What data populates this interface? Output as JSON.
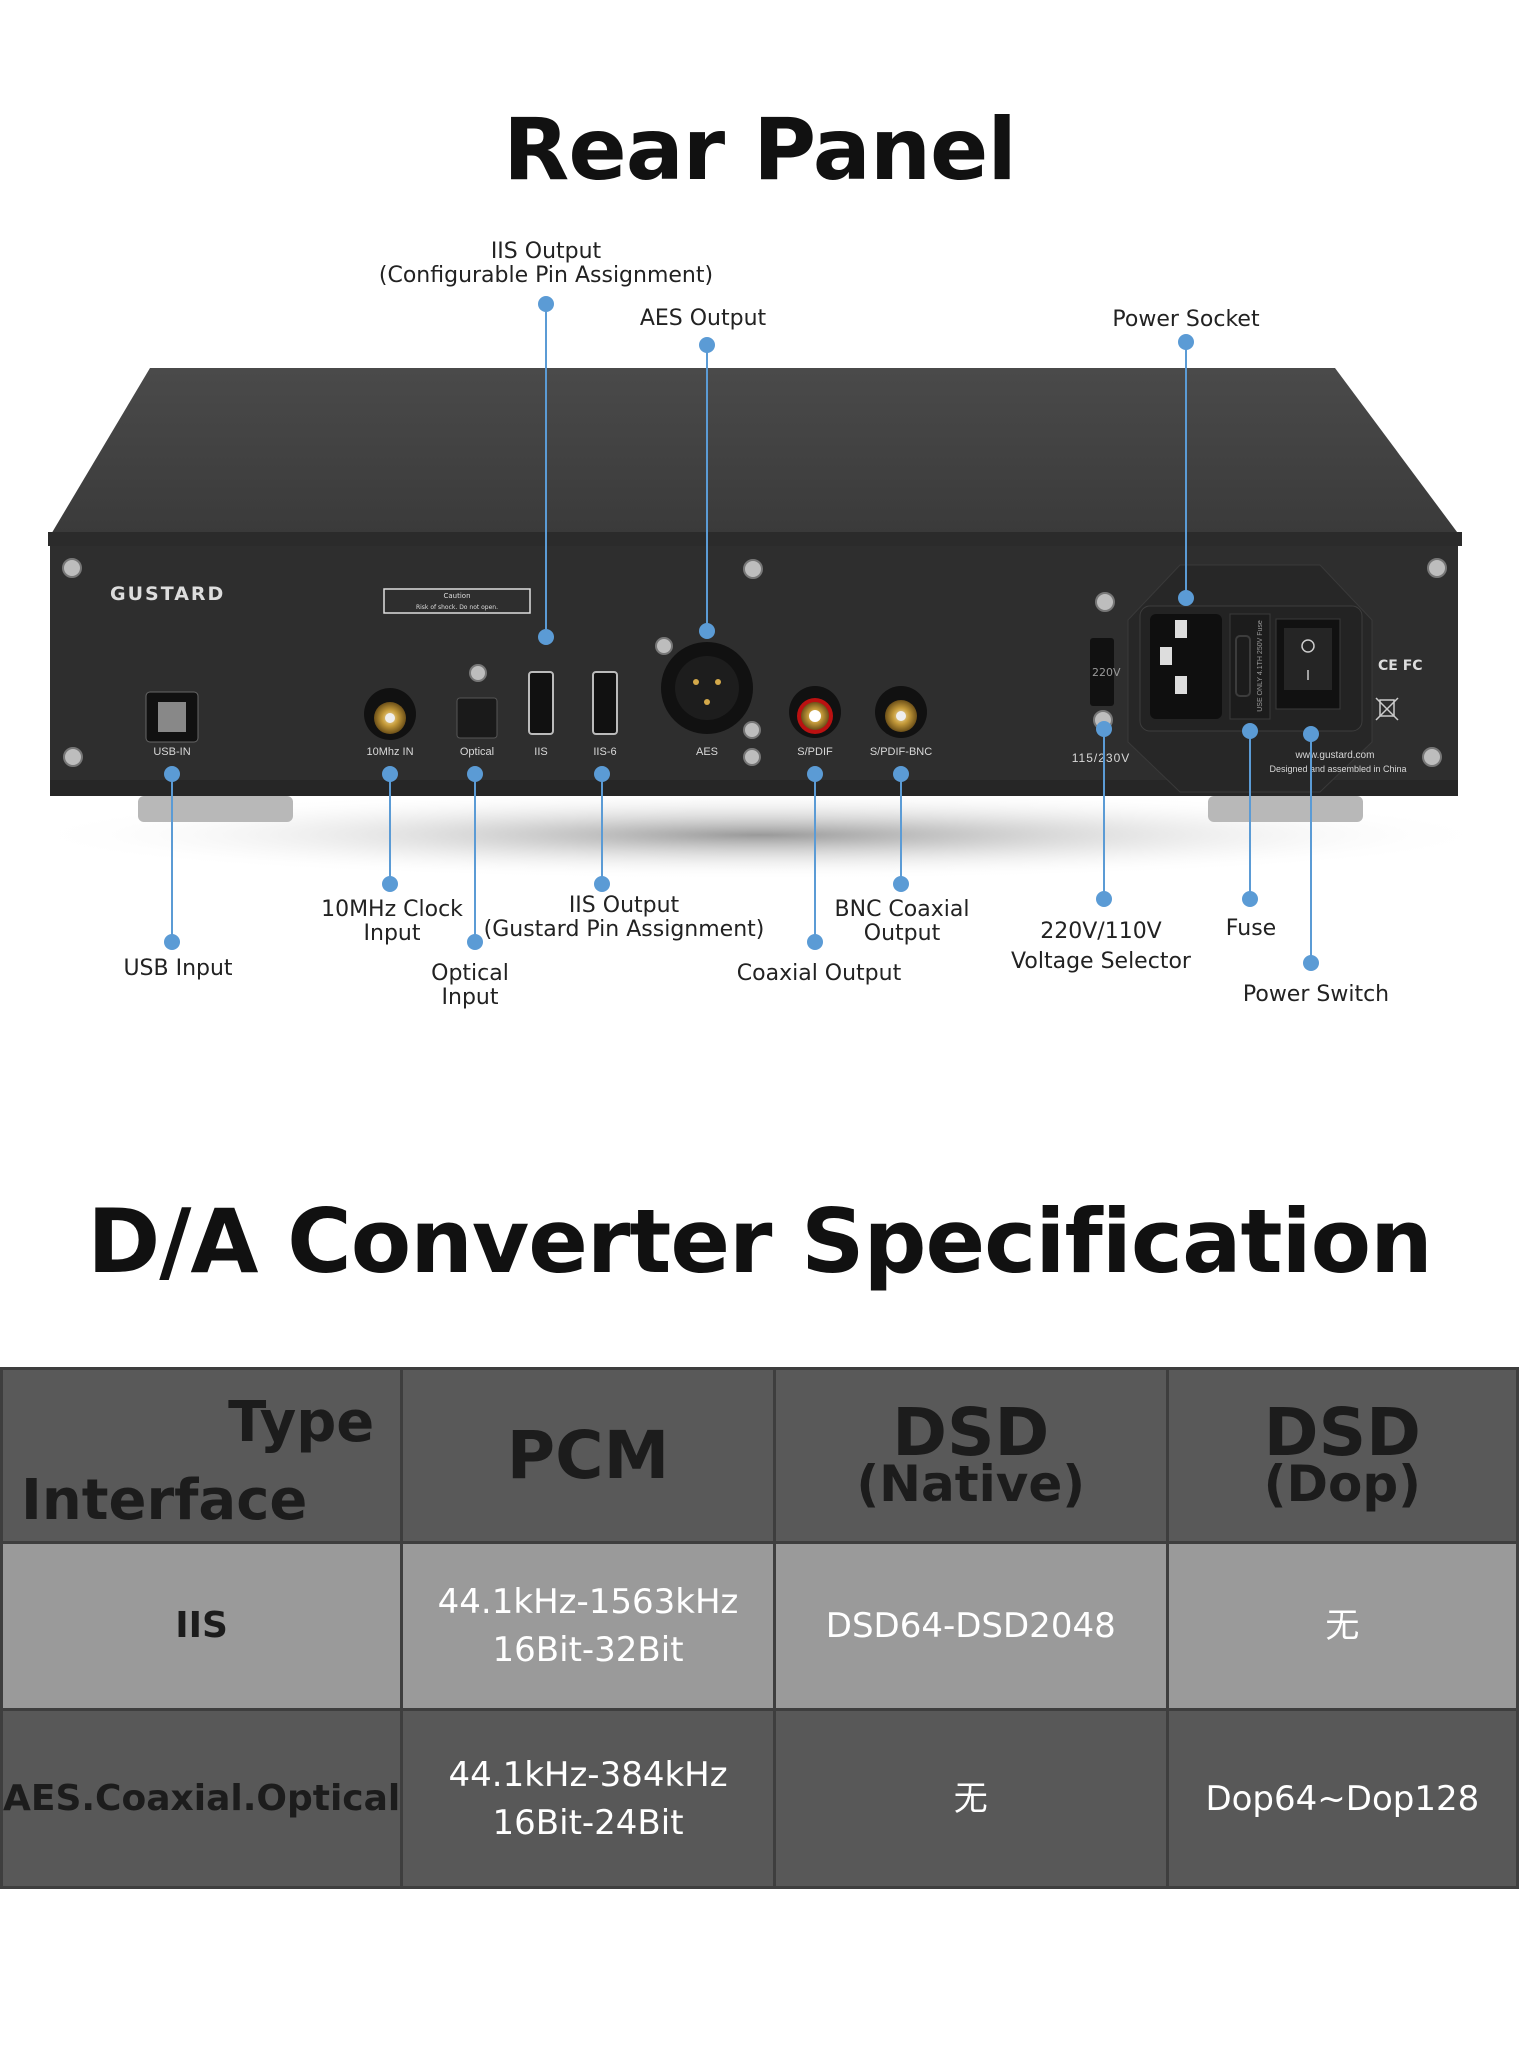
{
  "rear_panel": {
    "title": "Rear Panel",
    "brand": "GUSTARD",
    "caution": {
      "title": "Caution",
      "text": "Risk of shock. Do not open."
    },
    "panel_labels": {
      "usb": "USB-IN",
      "clock": "10Mhz IN",
      "optical": "Optical",
      "iis": "IIS",
      "iis6": "IIS-6",
      "aes": "AES",
      "spdif": "S/PDIF",
      "spdif_bnc": "S/PDIF-BNC",
      "voltage": "115/230V",
      "voltage_setting": "220V",
      "fuse": "USE ONLY 4.1TH 250V Fuse",
      "website": "www.gustard.com",
      "made": "Designed and assembled in China",
      "certs": "CE FC"
    },
    "callouts": {
      "iis_out_1": "IIS Output",
      "iis_out_2": "(Configurable Pin Assignment)",
      "aes": "AES Output",
      "power_socket": "Power Socket",
      "usb": "USB Input",
      "clock_1": "10MHz Clock",
      "clock_2": "Input",
      "optical_1": "Optical",
      "optical_2": "Input",
      "iis6_1": "IIS Output",
      "iis6_2": "(Gustard Pin Assignment)",
      "coax": "Coaxial Output",
      "bnc_1": "BNC Coaxial",
      "bnc_2": "Output",
      "voltage_1": "220V/110V",
      "voltage_2": "Voltage Selector",
      "fuse": "Fuse",
      "power_switch": "Power Switch"
    },
    "accent": "#5b9bd5"
  },
  "spec": {
    "title": "D/A Converter Specification",
    "header": {
      "type": "Type",
      "interface": "Interface",
      "pcm": "PCM",
      "dsd_native_1": "DSD",
      "dsd_native_2": "(Native)",
      "dsd_dop_1": "DSD",
      "dsd_dop_2": "(Dop)"
    },
    "rows": [
      {
        "interface": "IIS",
        "pcm_1": "44.1kHz-1563kHz",
        "pcm_2": "16Bit-32Bit",
        "dsd_native": "DSD64-DSD2048",
        "dsd_dop": "无"
      },
      {
        "interface": "AES.Coaxial.Optical",
        "pcm_1": "44.1kHz-384kHz",
        "pcm_2": "16Bit-24Bit",
        "dsd_native": "无",
        "dsd_dop": "Dop64~Dop128"
      }
    ]
  }
}
